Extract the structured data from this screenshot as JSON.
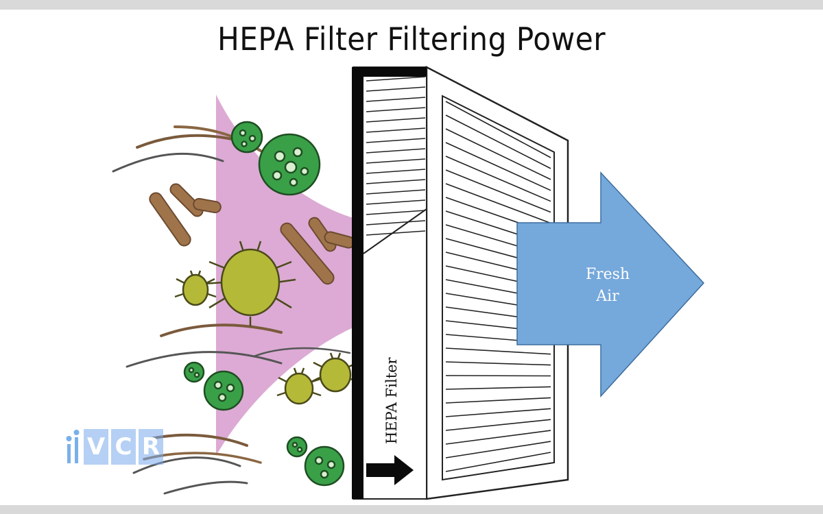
{
  "title": "HEPA Filter Filtering Power",
  "filter_label": "HEPA Filter",
  "arrow_label_line1": "Fresh",
  "arrow_label_line2": "Air",
  "logo_letters": [
    "V",
    "C",
    "R"
  ],
  "colors": {
    "pollen": "#39a048",
    "mite": "#b5b938",
    "fiber": "#a0744b",
    "hair": "#555555",
    "cone": "#dcaad4",
    "arrow": "#75a8db",
    "logo": "#7ab0ea"
  },
  "icons": {
    "pollen": "virus-pollen-icon",
    "mite": "dust-mite-icon",
    "fiber": "fiber-icon",
    "hair": "hair-strand-icon",
    "arrow": "air-flow-arrow-icon",
    "logo": "vcr-logo-icon"
  }
}
